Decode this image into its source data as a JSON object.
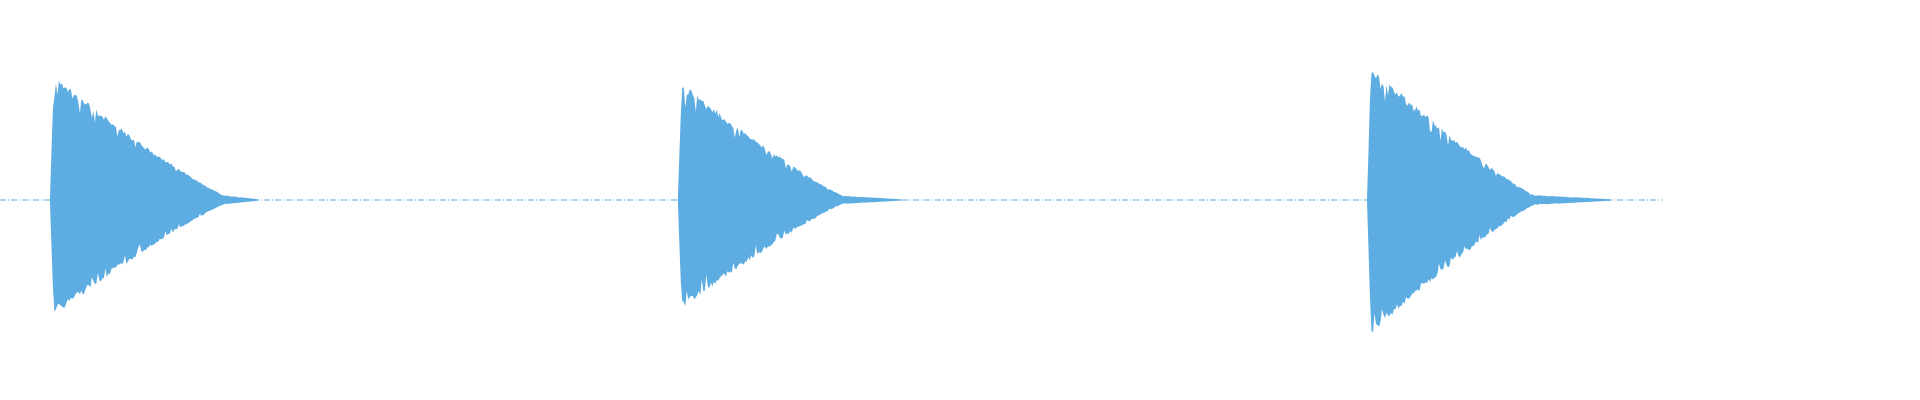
{
  "waveform": {
    "color": "#5dade2",
    "background": "#ffffff",
    "duration_fraction": 0.866,
    "bursts": [
      {
        "name": "burst-1",
        "onset": 0.026,
        "decay_end": 0.118,
        "peak_upper": 0.59,
        "peak_lower": 0.55,
        "tail_end": 0.135
      },
      {
        "name": "burst-2",
        "onset": 0.353,
        "decay_end": 0.44,
        "peak_upper": 0.56,
        "peak_lower": 0.52,
        "tail_end": 0.47
      },
      {
        "name": "burst-3",
        "onset": 0.712,
        "decay_end": 0.8,
        "peak_upper": 0.64,
        "peak_lower": 0.64,
        "tail_end": 0.84
      }
    ]
  }
}
